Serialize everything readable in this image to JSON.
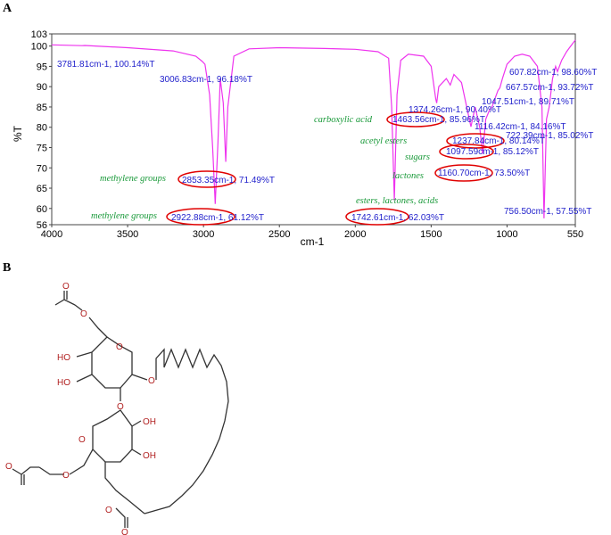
{
  "panels": {
    "a_label": "A",
    "b_label": "B"
  },
  "chart_data": {
    "type": "line",
    "xlabel": "cm-1",
    "ylabel": "%T",
    "xlim": [
      4000,
      550
    ],
    "ylim": [
      56,
      103
    ],
    "x_ticks": [
      4000,
      3500,
      3000,
      2500,
      2000,
      1500,
      1000,
      550
    ],
    "y_ticks": [
      56,
      60,
      65,
      70,
      75,
      80,
      85,
      90,
      95,
      100,
      103
    ],
    "line_color": "#ee33ee",
    "grid": false,
    "series": [
      {
        "x": [
          4000,
          3800,
          3781.81,
          3500,
          3200,
          3050,
          3006.83,
          2990,
          2960,
          2940,
          2922.88,
          2905,
          2890,
          2870,
          2853.35,
          2840,
          2800,
          2700,
          2500,
          2200,
          2000,
          1850,
          1780,
          1760,
          1742.61,
          1725,
          1700,
          1650,
          1550,
          1500,
          1470,
          1463.56,
          1450,
          1400,
          1374.26,
          1350,
          1300,
          1260,
          1237.84,
          1210,
          1180,
          1160.7,
          1140,
          1116.42,
          1097.59,
          1080,
          1060,
          1047.51,
          1030,
          1000,
          950,
          900,
          850,
          800,
          770,
          756.5,
          740,
          722.39,
          700,
          680,
          667.57,
          640,
          607.82,
          590,
          570,
          550
        ],
        "y": [
          100.3,
          100.1,
          100.14,
          99.6,
          98.8,
          97.5,
          96.18,
          95.5,
          88,
          75,
          61.12,
          76,
          92,
          86,
          71.49,
          85,
          97.5,
          99.3,
          99.6,
          99.4,
          99.2,
          98.6,
          97,
          85,
          62.03,
          88,
          96.5,
          98,
          97.5,
          95,
          87,
          85.96,
          90,
          92,
          90.4,
          93,
          91,
          84,
          80.14,
          85,
          80,
          73.5,
          82,
          84.16,
          85.12,
          87,
          89,
          89.71,
          92,
          95.5,
          97.5,
          98,
          97.5,
          95,
          85,
          57.55,
          82,
          85.02,
          92,
          95,
          93.72,
          96.5,
          98.6,
          99.5,
          100.5,
          101.5
        ]
      }
    ],
    "peak_labels": [
      {
        "x": 3781.81,
        "text": "3781.81cm-1, 100.14%T"
      },
      {
        "x": 3006.83,
        "text": "3006.83cm-1, 96.18%T"
      },
      {
        "x": 2853.35,
        "text": "2853.35cm-1, 71.49%T"
      },
      {
        "x": 2922.88,
        "text": "2922.88cm-1, 61.12%T"
      },
      {
        "x": 1742.61,
        "text": "1742.61cm-1, 62.03%T"
      },
      {
        "x": 1463.56,
        "text": "1463.56cm-1, 85.96%T"
      },
      {
        "x": 1374.26,
        "text": "1374.26cm-1, 90.40%T"
      },
      {
        "x": 1237.84,
        "text": "1237.84cm-1, 80.14%T"
      },
      {
        "x": 1160.7,
        "text": "1160.70cm-1, 73.50%T"
      },
      {
        "x": 1116.42,
        "text": "1116.42cm-1, 84.16%T"
      },
      {
        "x": 1097.59,
        "text": "1097.59cm-1, 85.12%T"
      },
      {
        "x": 1047.51,
        "text": "1047.51cm-1, 89.71%T"
      },
      {
        "x": 722.39,
        "text": "722.39cm-1, 85.02%T"
      },
      {
        "x": 667.57,
        "text": "667.57cm-1, 93.72%T"
      },
      {
        "x": 607.82,
        "text": "607.82cm-1, 98.60%T"
      },
      {
        "x": 756.5,
        "text": "756.50cm-1, 57.55%T"
      }
    ],
    "group_labels": [
      "carboxylic acid",
      "acetyl esters",
      "sugars",
      "lactones",
      "methylene groups",
      "esters, lactones, acids",
      "methylene groups"
    ],
    "highlight_color": "#e00000",
    "annotation_color": "#2222cc",
    "group_color": "#1a9a3a"
  },
  "molecule": {
    "atoms": [
      "O",
      "O",
      "O",
      "HO",
      "HO",
      "O",
      "O",
      "O",
      "OH",
      "OH",
      "O",
      "O",
      "O",
      "O"
    ],
    "bond_color": "#333333",
    "atom_color": "#b22222"
  }
}
